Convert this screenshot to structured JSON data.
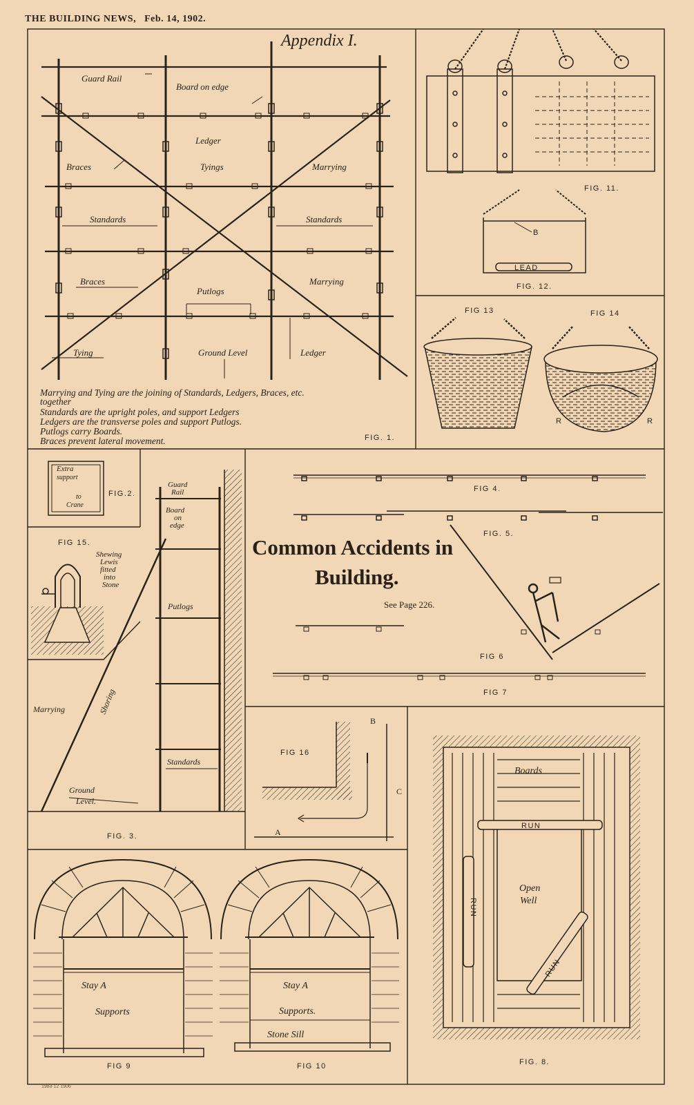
{
  "header": {
    "publication": "THE BUILDING NEWS,",
    "date": "Feb. 14, 1902."
  },
  "appendix_title": "Appendix I.",
  "fig1": {
    "labels": {
      "guard_rail": "Guard Rail",
      "board_on_edge": "Board on edge",
      "ledger_top": "Ledger",
      "braces_top": "Braces",
      "tyings": "Tyings",
      "marrying_top": "Marrying",
      "standards_left": "Standards",
      "standards_right": "Standards",
      "braces_bottom": "Braces",
      "putlogs": "Putlogs",
      "marrying_bottom": "Marrying",
      "tying": "Tying",
      "ground_level": "Ground Level",
      "ledger_bottom": "Ledger"
    },
    "notes": [
      "Marrying and Tying are the joining of Standards, Ledgers, Braces, etc.",
      "together",
      "Standards are the upright poles, and support Ledgers",
      "Ledgers are the transverse poles and support Putlogs.",
      "Putlogs carry Boards.",
      "Braces prevent lateral movement."
    ],
    "caption": "FIG. 1."
  },
  "fig11": {
    "caption": "FIG. 11."
  },
  "fig12": {
    "caption": "FIG. 12.",
    "label_b": "B",
    "lead": "LEAD"
  },
  "fig13": {
    "caption": "FIG 13"
  },
  "fig14": {
    "caption": "FIG 14",
    "r_left": "R",
    "r_right": "R"
  },
  "fig2": {
    "caption": "FIG.2.",
    "text": [
      "Extra",
      "support",
      "to",
      "Crane"
    ]
  },
  "fig15": {
    "caption": "FIG 15.",
    "text": [
      "Shewing",
      "Lewis",
      "fitted",
      "into",
      "Stone"
    ]
  },
  "fig3": {
    "caption": "FIG. 3.",
    "labels": {
      "guard_rail": [
        "Guard",
        "Rail"
      ],
      "board_on_edge": [
        "Board",
        "on",
        "edge"
      ],
      "putlogs": "Putlogs",
      "shoring": "Shoring",
      "marrying": "Marrying",
      "standards": "Standards",
      "ground_level": [
        "Ground",
        "Level."
      ]
    }
  },
  "centre": {
    "title_line1": "Common Accidents in",
    "title_line2": "Building.",
    "see_page": "See Page 226."
  },
  "fig4": {
    "caption": "FIG 4."
  },
  "fig5": {
    "caption": "FIG. 5."
  },
  "fig6": {
    "caption": "FIG 6"
  },
  "fig7": {
    "caption": "FIG 7"
  },
  "fig16": {
    "caption": "FIG 16",
    "a": "A",
    "b": "B",
    "c": "C"
  },
  "fig8": {
    "caption": "FIG. 8.",
    "boards": "Boards",
    "run_top": "RUN",
    "run_left": "RUN",
    "run_diag": "RUN",
    "open_well": [
      "Open",
      "Well"
    ]
  },
  "fig9": {
    "caption": "FIG 9",
    "stay": "Stay A",
    "supports": "Supports"
  },
  "fig10": {
    "caption": "FIG 10",
    "stay": "Stay A",
    "supports": "Supports.",
    "sill": "Stone Sill"
  },
  "footer_mark": "1983 12 1906"
}
